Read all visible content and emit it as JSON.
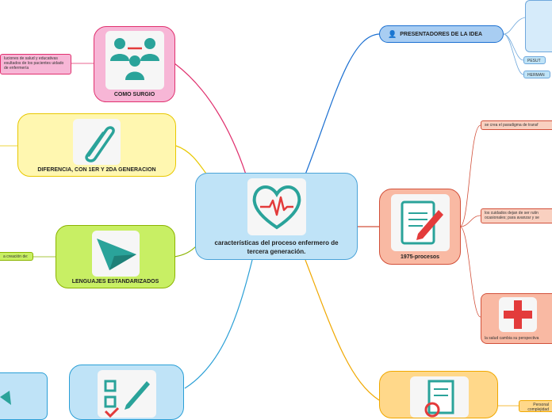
{
  "central": {
    "title": "características del proceso enfermero de tercera generación."
  },
  "branches": {
    "como_surgio": {
      "title": "COMO SURGIO",
      "note": "luciones de salud y educativas esultados de los pacientes uidado de enfermería"
    },
    "diferencia": {
      "title": "DIFERENCIA, CON 1ER Y 2DA GENERACION"
    },
    "lenguajes": {
      "title": "LENGUAJES ESTANDARIZADOS",
      "note": "a creación de:"
    },
    "presentadores": {
      "title": "PRESENTADORES DE LA IDEA",
      "icon": "person-icon",
      "items": [
        "PESUT",
        "HERMAN"
      ]
    },
    "procesos_1975": {
      "title": "1975-procesos",
      "notes": [
        "se crea el paradigma de transf",
        "los cuidados dejan de ser rutin ocasionales; para avanzar y se",
        "la salud cambia su perspectiva"
      ]
    },
    "bottom_right": {
      "note": "Personal complejidad"
    }
  },
  "colors": {
    "pink": "#f7b6d6",
    "yellow": "#fff7b0",
    "green": "#c8ef64",
    "blue": "#bfe3f7",
    "salmon": "#f9b9a3",
    "orange": "#ffd88a",
    "pill": "#a8cdf2"
  }
}
